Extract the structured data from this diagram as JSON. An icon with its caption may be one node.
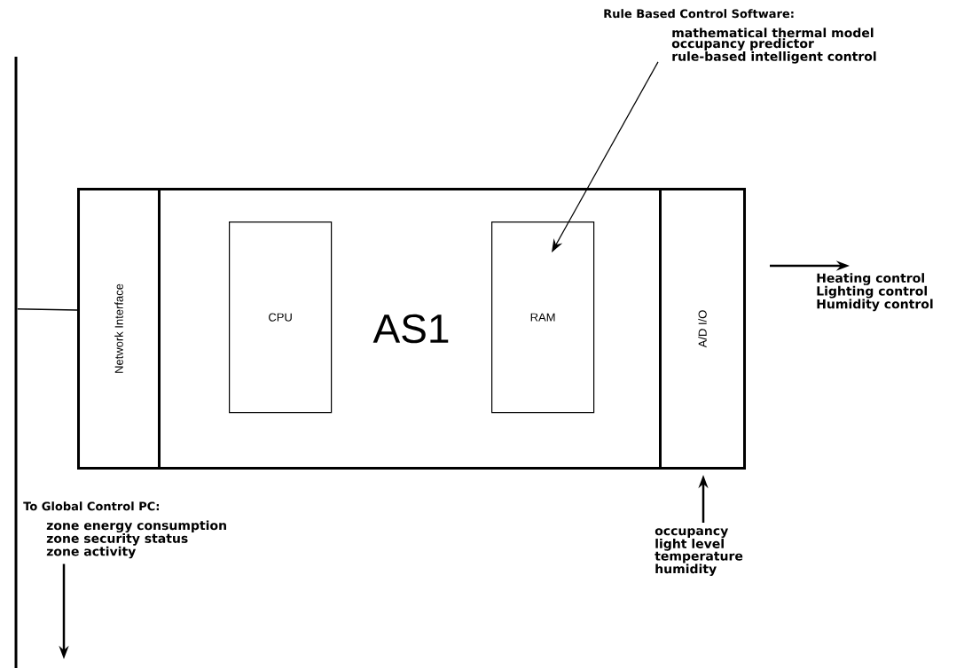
{
  "diagram": {
    "nodes": [
      {
        "text": [
          "AS1"
        ]
      },
      {
        "text": [
          "Network Interface"
        ],
        "in": 0
      },
      {
        "text": [
          "CPU"
        ],
        "in": 0
      },
      {
        "text": [
          "RAM"
        ],
        "in": 0
      },
      {
        "text": [
          "A/D I/O"
        ],
        "in": 0
      },
      {
        "text": [
          "Rule Based Control Software:",
          "mathematical thermal model",
          "occupancy predictor",
          "rule-based intelligent control"
        ]
      },
      {
        "text": [
          "Heating control",
          "Lighting control",
          "Humidity control"
        ]
      },
      {
        "text": [
          "occupancy",
          "light level",
          "temperature",
          "humidity"
        ]
      },
      {
        "text": [
          "To Global Control PC:",
          "zone energy consumption",
          "zone security status",
          "zone activity"
        ]
      },
      {
        "text": [],
        "shape": "bar"
      }
    ],
    "edges": [
      {
        "from": 5,
        "to": 3,
        "arrow": "to"
      },
      {
        "from": 4,
        "to": 6,
        "arrow": "to"
      },
      {
        "from": 7,
        "to": 4,
        "arrow": "to"
      },
      {
        "from": 8,
        "to": null,
        "arrow": "to"
      },
      {
        "from": 1,
        "to": 9,
        "arrow": "none"
      }
    ]
  }
}
